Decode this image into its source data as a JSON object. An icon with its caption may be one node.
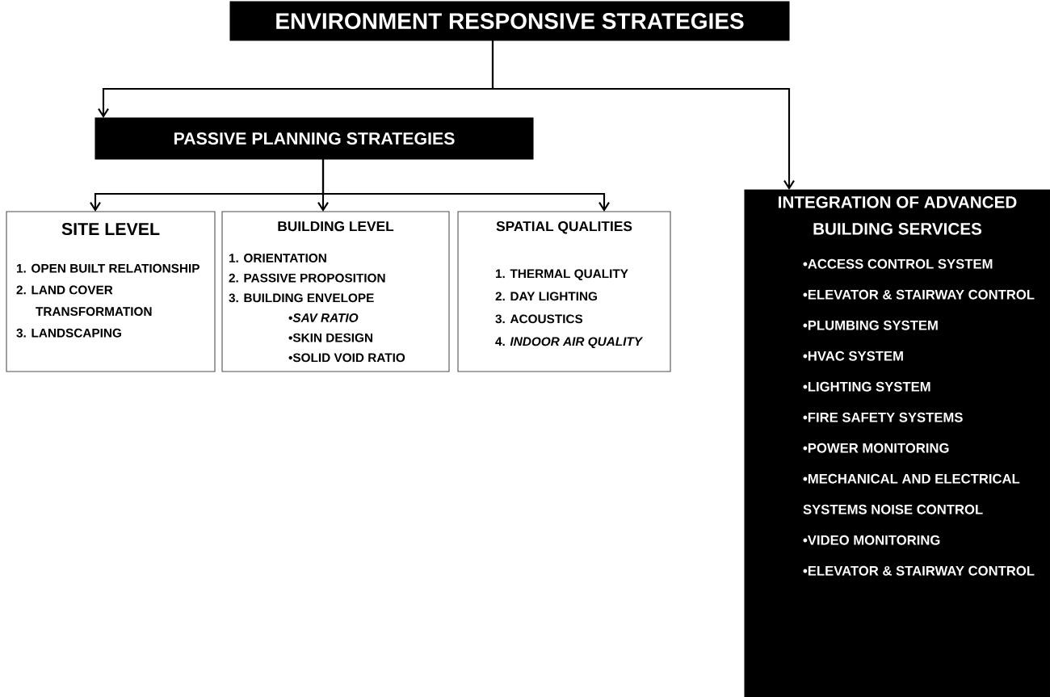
{
  "diagram": {
    "nodes": [
      {
        "text": [
          "ENVIRONMENT RESPONSIVE STRATEGIES"
        ]
      },
      {
        "text": [
          "PASSIVE PLANNING STRATEGIES"
        ]
      },
      {
        "text": [
          "SITE LEVEL",
          "1. OPEN BUILT RELATIONSHIP",
          "2. LAND COVER TRANSFORMATION",
          "3. LANDSCAPING"
        ]
      },
      {
        "text": [
          "BUILDING LEVEL",
          "1. ORIENTATION",
          "2. PASSIVE PROPOSITION",
          "3. BUILDING ENVELOPE",
          "•*SAV RATIO*",
          "•SKIN DESIGN",
          "•SOLID VOID RATIO"
        ]
      },
      {
        "text": [
          "SPATIAL QUALITIES",
          "1. THERMAL QUALITY",
          "2. DAY LIGHTING",
          "3. ACOUSTICS",
          "4. *INDOOR AIR QUALITY*"
        ]
      },
      {
        "text": [
          "INTEGRATION OF ADVANCED BUILDING SERVICES",
          "•ACCESS CONTROL SYSTEM",
          "•ELEVATOR & STAIRWAY CONTROL",
          "•PLUMBING SYSTEM",
          "•HVAC SYSTEM",
          "•LIGHTING SYSTEM",
          "•FIRE SAFETY SYSTEMS",
          "•POWER MONITORING",
          "•MECHANICAL AND ELECTRICAL SYSTEMS NOISE CONTROL",
          "•VIDEO MONITORING",
          "•ELEVATOR & STAIRWAY CONTROL"
        ]
      }
    ],
    "edges": [
      {
        "from": 0,
        "to": 1,
        "arrow": "to"
      },
      {
        "from": 0,
        "to": 5,
        "arrow": "to"
      },
      {
        "from": 1,
        "to": 2,
        "arrow": "to"
      },
      {
        "from": 1,
        "to": 3,
        "arrow": "to"
      },
      {
        "from": 1,
        "to": 4,
        "arrow": "to"
      }
    ]
  }
}
